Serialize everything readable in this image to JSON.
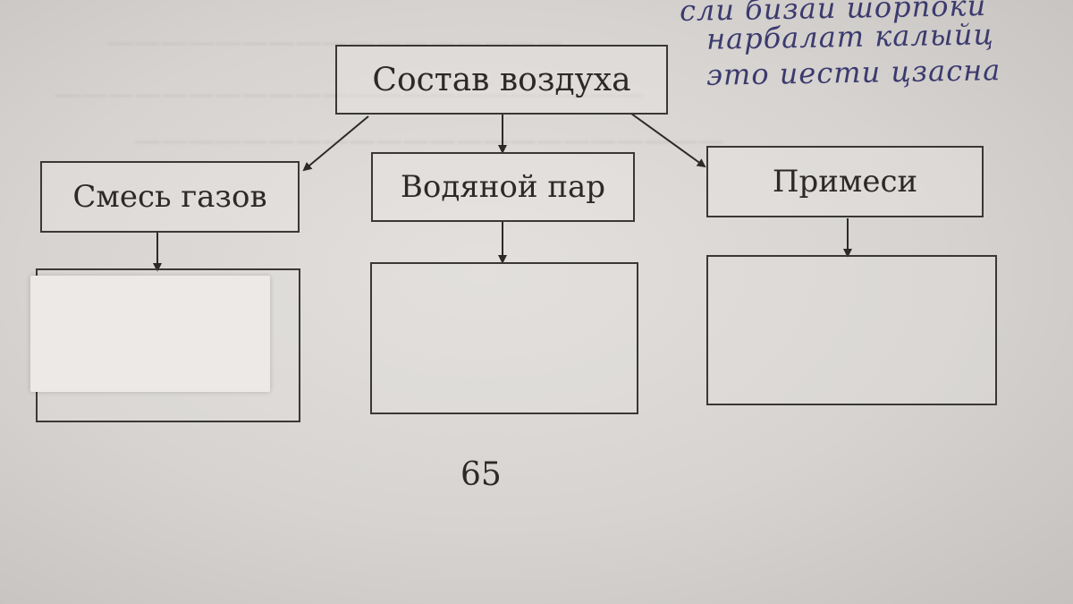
{
  "diagram": {
    "root": {
      "label": "Состав воздуха"
    },
    "children": [
      {
        "label": "Смесь газов"
      },
      {
        "label": "Водяной пар"
      },
      {
        "label": "Примеси"
      }
    ]
  },
  "page_number": "65",
  "handwriting": {
    "lines": [
      "сли бизаи шорпоки",
      "нарбалат калыйц",
      "это иести цзасна"
    ]
  },
  "colors": {
    "ink": "#2c2a28",
    "pen": "#3b3a6e",
    "paper": "#e3e0dd"
  }
}
